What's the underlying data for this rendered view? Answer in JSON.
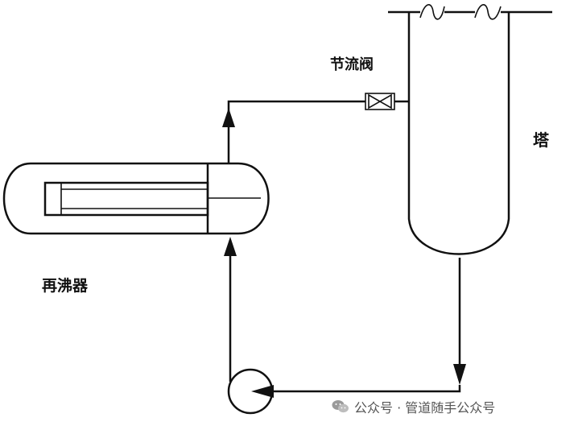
{
  "labels": {
    "throttle_valve": "节流阀",
    "tower": "塔",
    "reboiler": "再沸器"
  },
  "watermark": {
    "text": "公众号 · 管道随手公众号",
    "icon": "wechat-icon"
  },
  "colors": {
    "line": "#111111",
    "background": "#ffffff",
    "watermark": "#555555"
  }
}
